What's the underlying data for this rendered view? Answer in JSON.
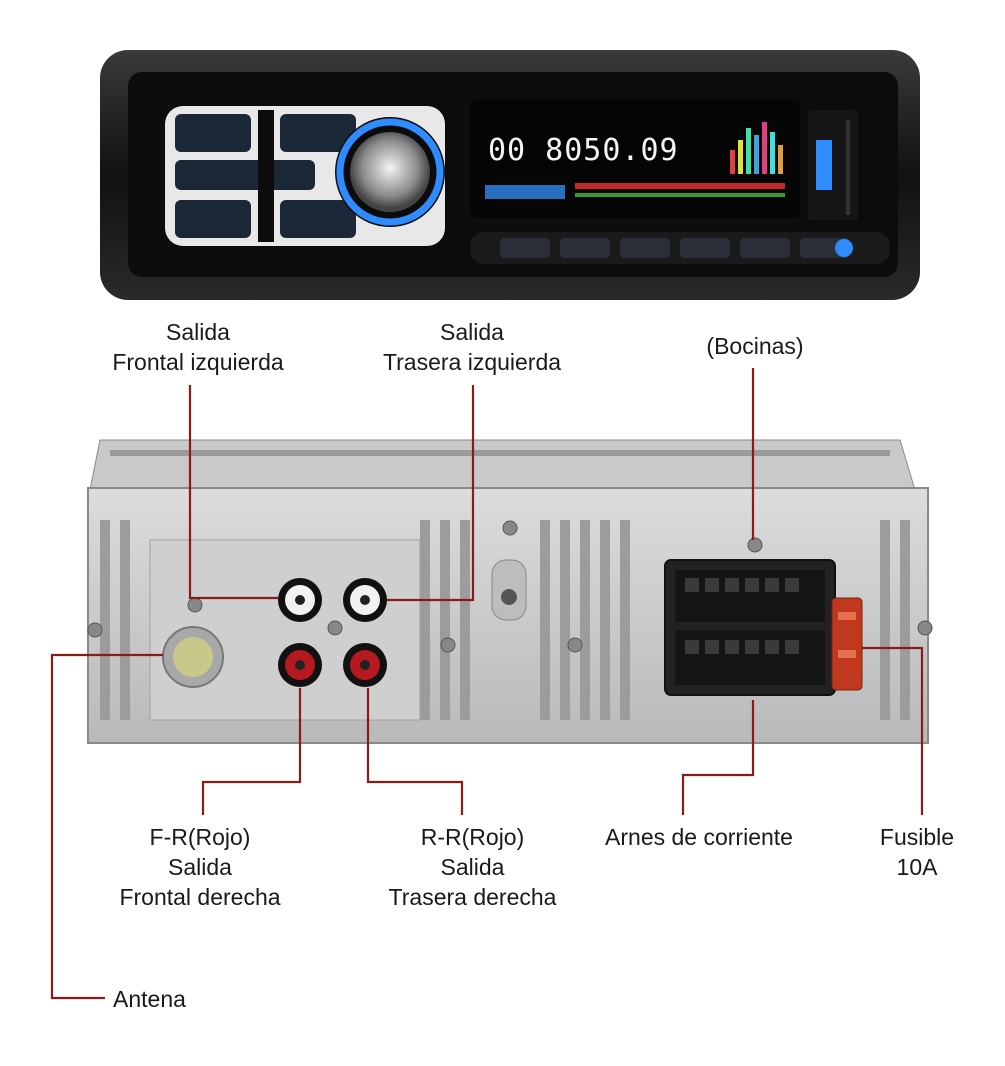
{
  "head_unit": {
    "display_reading": "00 8050.09"
  },
  "callouts": {
    "front_left": {
      "line1": "Salida",
      "line2": "Frontal izquierda"
    },
    "rear_left": {
      "line1": "Salida",
      "line2": "Trasera izquierda"
    },
    "speakers": {
      "line1": "(Bocinas)"
    },
    "front_right": {
      "line1": "F-R(Rojo)",
      "line2": "Salida",
      "line3": "Frontal derecha"
    },
    "rear_right": {
      "line1": "R-R(Rojo)",
      "line2": "Salida",
      "line3": "Trasera derecha"
    },
    "power_harness": {
      "line1": "Arnes de corriente"
    },
    "fuse": {
      "line1": "Fusible",
      "line2": "10A"
    },
    "antenna": {
      "line1": "Antena"
    }
  },
  "colors": {
    "leader_line": "#8b1a1a",
    "rca_red": "#b3191f",
    "rca_white": "#f2f2f2",
    "fuse": "#c0391f",
    "accent_blue": "#2f8cff"
  }
}
